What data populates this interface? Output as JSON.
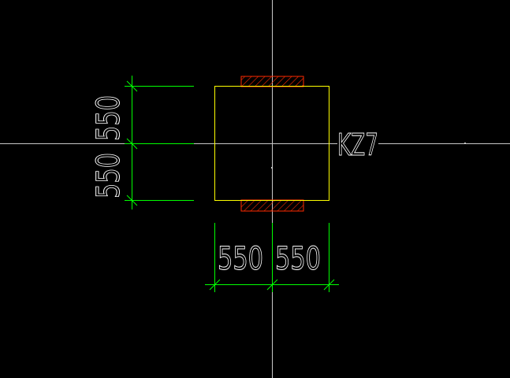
{
  "drawing": {
    "column_label": "KZ7",
    "dim_top_left": "550",
    "dim_top_right": "550",
    "dim_left_upper": "550",
    "dim_left_lower": "550"
  },
  "colors": {
    "background": "#000000",
    "axis": "#c8c8c8",
    "column_outline": "#ffff00",
    "dimension": "#00ff00",
    "hatch": "#ff2a00",
    "text": "#ffffff"
  }
}
